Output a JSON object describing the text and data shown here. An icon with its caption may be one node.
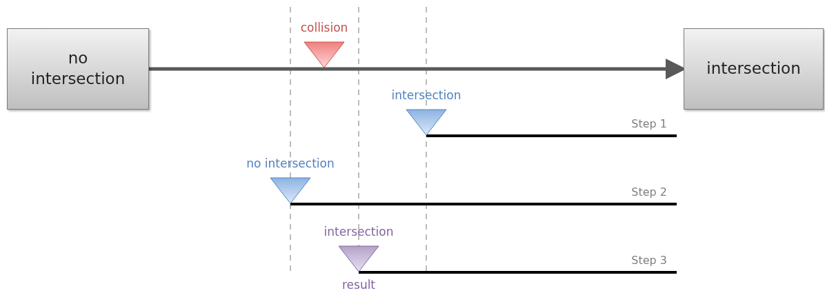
{
  "diagram": {
    "nodes": [
      {
        "text": [
          "no intersection"
        ]
      },
      {
        "text": [
          "intersection"
        ]
      },
      {
        "text": [],
        "shape": "triangle",
        "beside": [
          "collision"
        ]
      },
      {
        "text": [],
        "shape": "triangle",
        "beside": [
          "intersection"
        ]
      },
      {
        "text": [],
        "shape": "triangle",
        "beside": [
          "no intersection"
        ]
      },
      {
        "text": [],
        "shape": "triangle",
        "beside": [
          "intersection",
          "result"
        ]
      },
      {
        "text": [
          "Step 1"
        ]
      },
      {
        "text": [
          "Step 2"
        ]
      },
      {
        "text": [
          "Step 3"
        ]
      }
    ],
    "edges": [
      {
        "from": 0,
        "to": 1,
        "arrow": "to",
        "color": "#595959"
      },
      {
        "from": 3,
        "to": 6,
        "arrow": "none"
      },
      {
        "from": 4,
        "to": 7,
        "arrow": "none"
      },
      {
        "from": 5,
        "to": 8,
        "arrow": "none"
      }
    ]
  }
}
